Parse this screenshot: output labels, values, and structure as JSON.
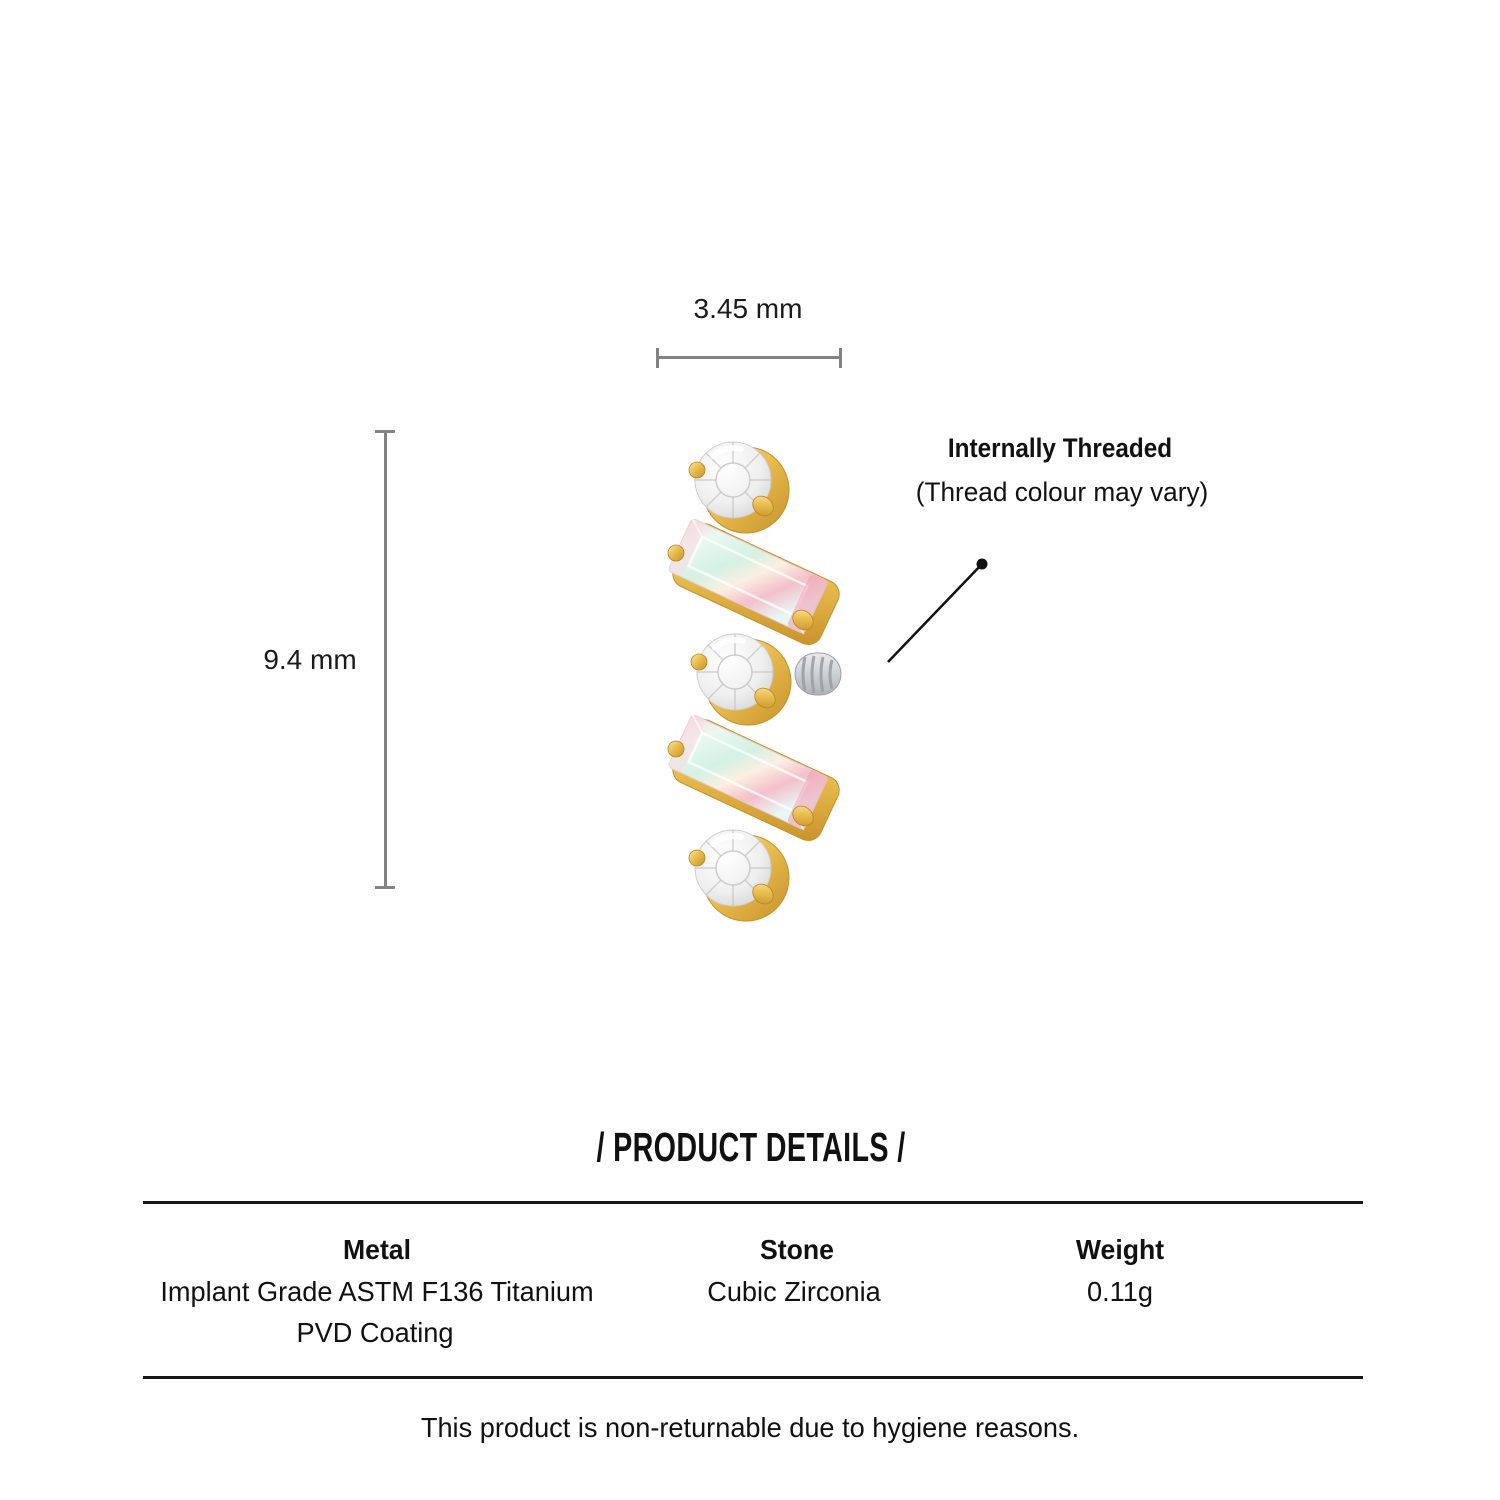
{
  "measurements": {
    "width": {
      "label": "3.45 mm"
    },
    "height": {
      "label": "9.4 mm"
    }
  },
  "annotation": {
    "title": "Internally Threaded",
    "subtitle": "(Thread colour may vary)"
  },
  "details": {
    "heading": "/ PRODUCT DETAILS /",
    "columns": [
      {
        "header": "Metal",
        "value": "Implant Grade ASTM F136 Titanium",
        "value2": "PVD Coating"
      },
      {
        "header": "Stone",
        "value": "Cubic Zirconia"
      },
      {
        "header": "Weight",
        "value": "0.11g"
      }
    ]
  },
  "footer": {
    "note": "This product is non-returnable due to hygiene reasons."
  },
  "product": {
    "stones": [
      "round-cz",
      "baguette-ab",
      "round-cz",
      "baguette-ab",
      "round-cz"
    ],
    "colors": {
      "gold": "#E9BD4F",
      "gold_light": "#F8E7A8",
      "gold_dark": "#C8912B",
      "cz_white": "#EEEEEE",
      "ab_mint": "#D4F1E4",
      "ab_pink": "#F4BFCB",
      "thread_silver": "#CDD1D5",
      "measure_gray": "#838383",
      "rule_black": "#161616",
      "text_black": "#111111"
    }
  }
}
